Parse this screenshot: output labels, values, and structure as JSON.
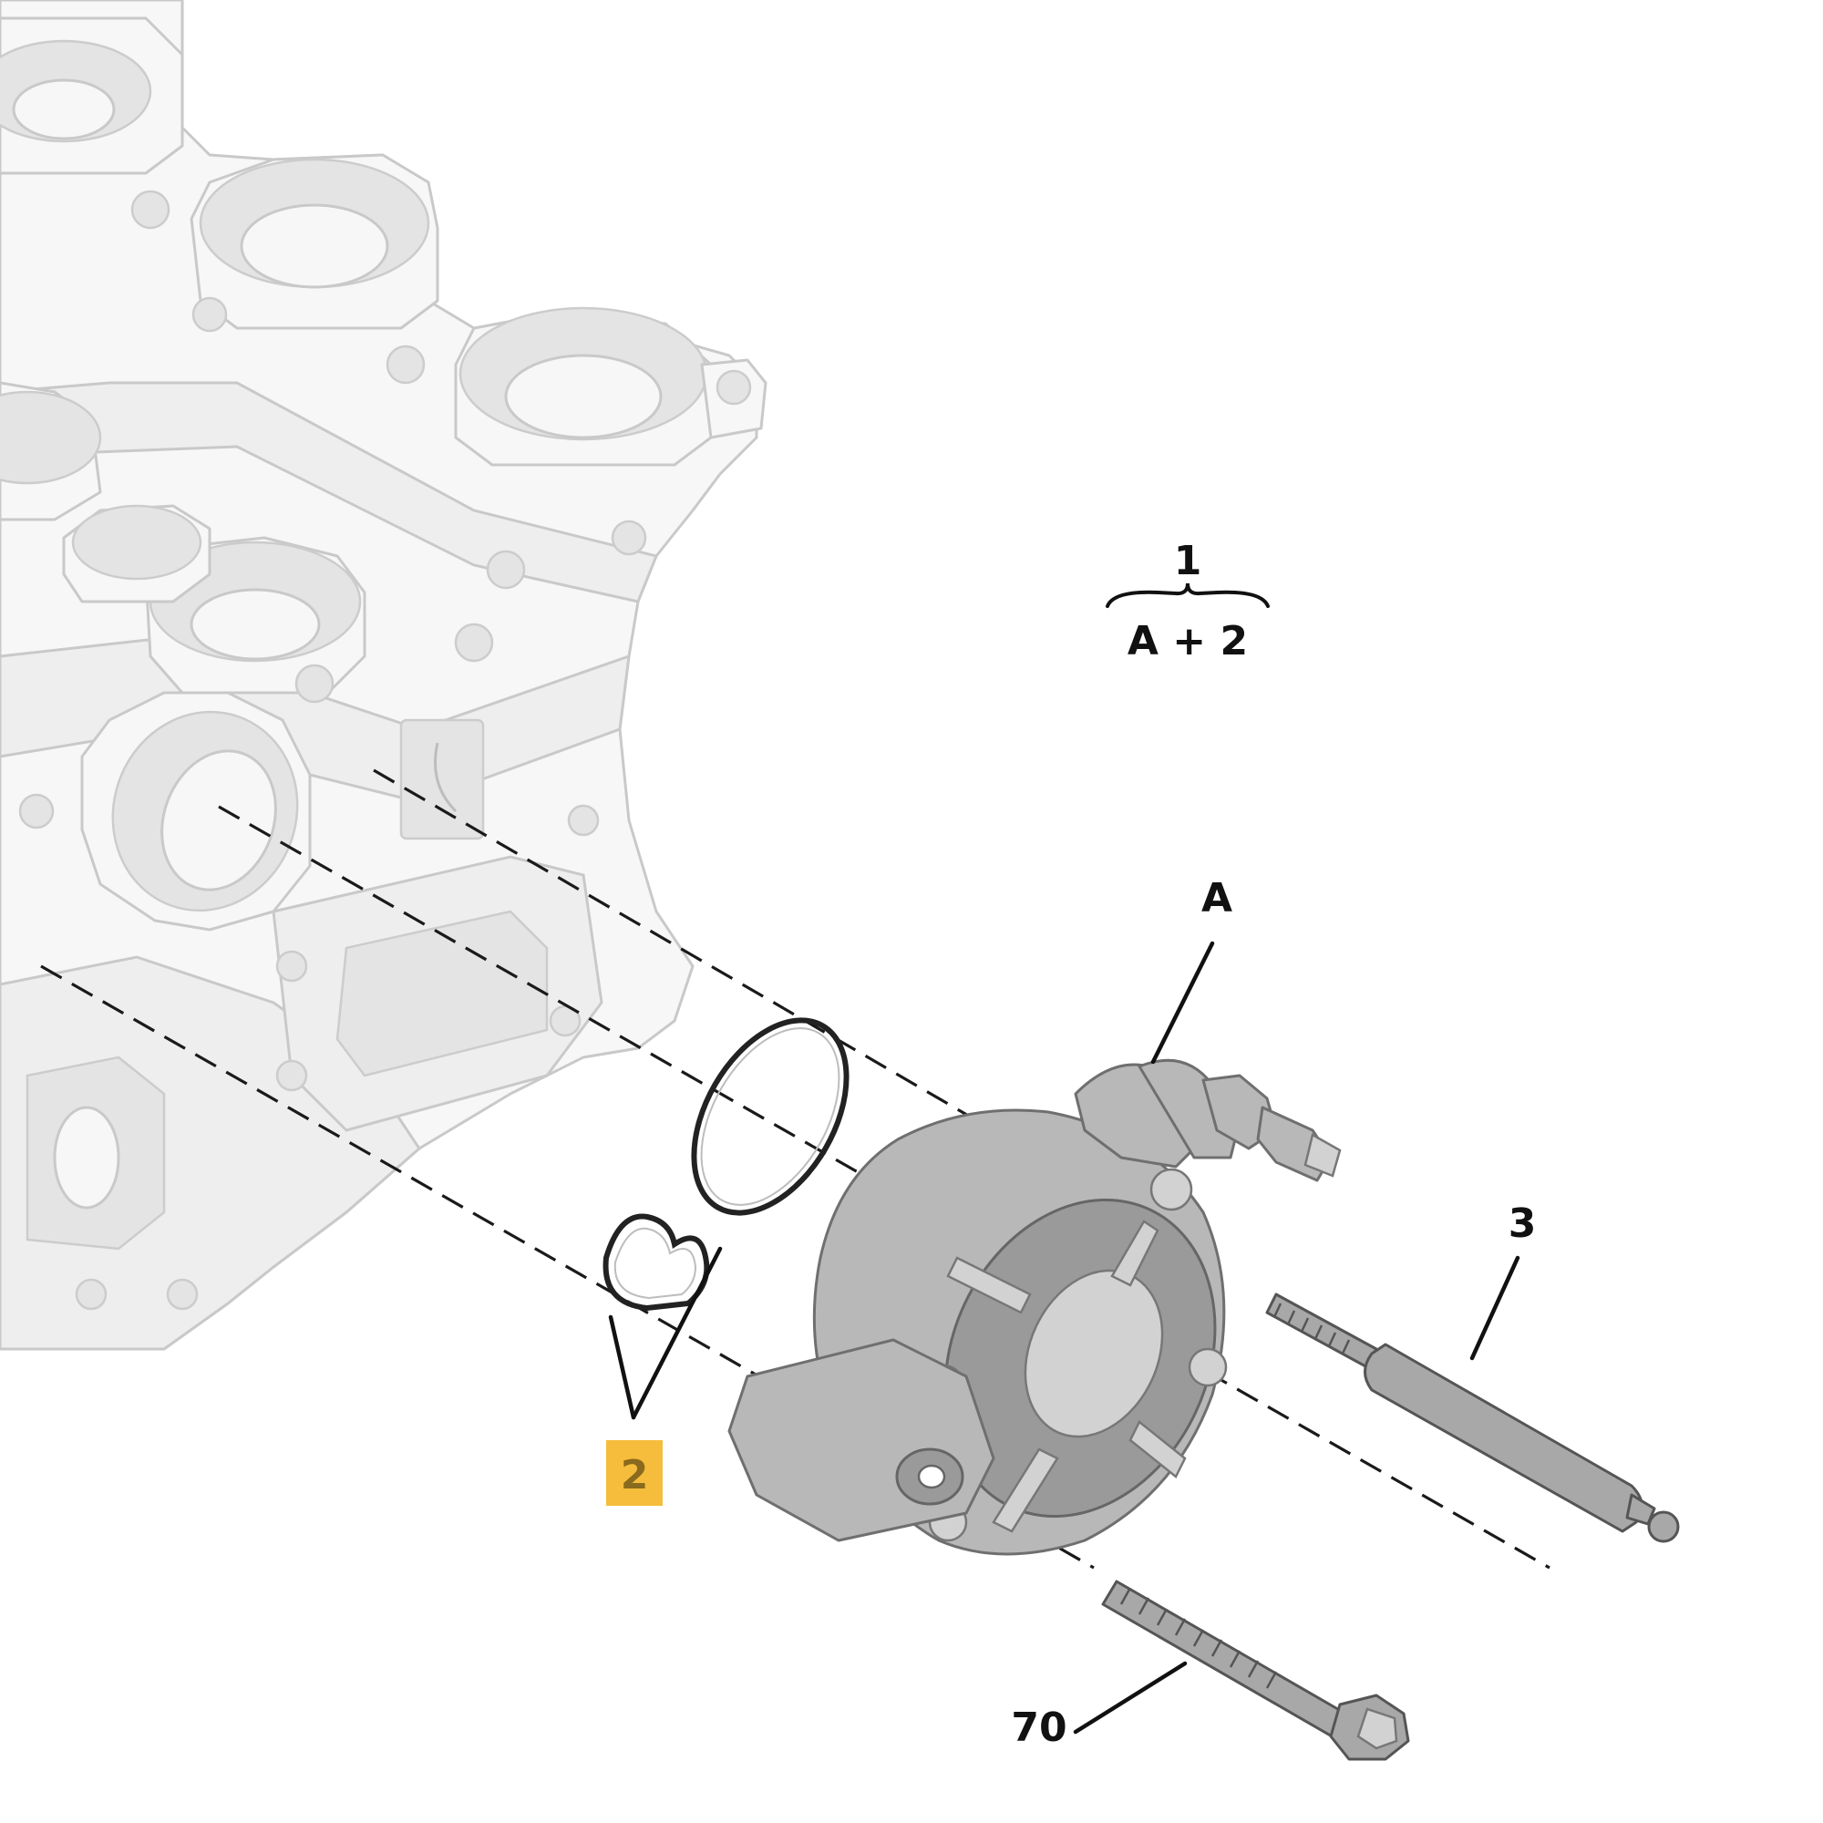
{
  "labels": {
    "kit_number": "1",
    "kit_formula": "A + 2",
    "pump": "A",
    "seals": "2",
    "dowel_pin": "3",
    "screw": "70"
  },
  "colors": {
    "highlight_badge": "#f5bd3b",
    "ink": "#111111",
    "engine_outline": "#c9c9c9",
    "pump_body": "#b8b8b8"
  }
}
